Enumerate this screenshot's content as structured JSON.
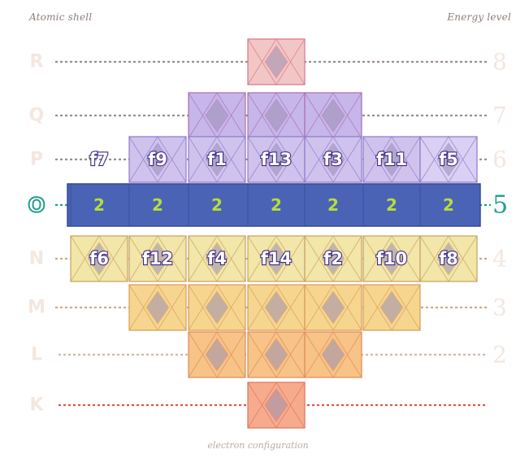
{
  "header": {
    "left_label": "Atomic shell",
    "right_label": "Energy level"
  },
  "shells": [
    {
      "letter": "R",
      "energy": "8",
      "active": false
    },
    {
      "letter": "Q",
      "energy": "7",
      "active": false
    },
    {
      "letter": "P",
      "energy": "6",
      "active": false
    },
    {
      "letter": "O",
      "energy": "5",
      "active": true
    },
    {
      "letter": "N",
      "energy": "4",
      "active": false
    },
    {
      "letter": "M",
      "energy": "3",
      "active": false
    },
    {
      "letter": "L",
      "energy": "2",
      "active": false
    },
    {
      "letter": "K",
      "energy": "",
      "active": false
    }
  ],
  "p_shell_labels": [
    "f7",
    "f9",
    "f1",
    "f13",
    "f3",
    "f11",
    "f5"
  ],
  "o_shell_counts": [
    "2",
    "2",
    "2",
    "2",
    "2",
    "2",
    "2"
  ],
  "n_shell_labels": [
    "f6",
    "f12",
    "f4",
    "f14",
    "f2",
    "f10",
    "f8"
  ],
  "footer_caption": "electron configuration",
  "colors": {
    "active_teal": "#1f9f8e",
    "label_purple": "#3e2a86",
    "count_green": "#b7dd3a",
    "band_blue": "#4a63b5",
    "dotted_grey": "#9a8f88",
    "dotted_red": "#d9584a"
  }
}
